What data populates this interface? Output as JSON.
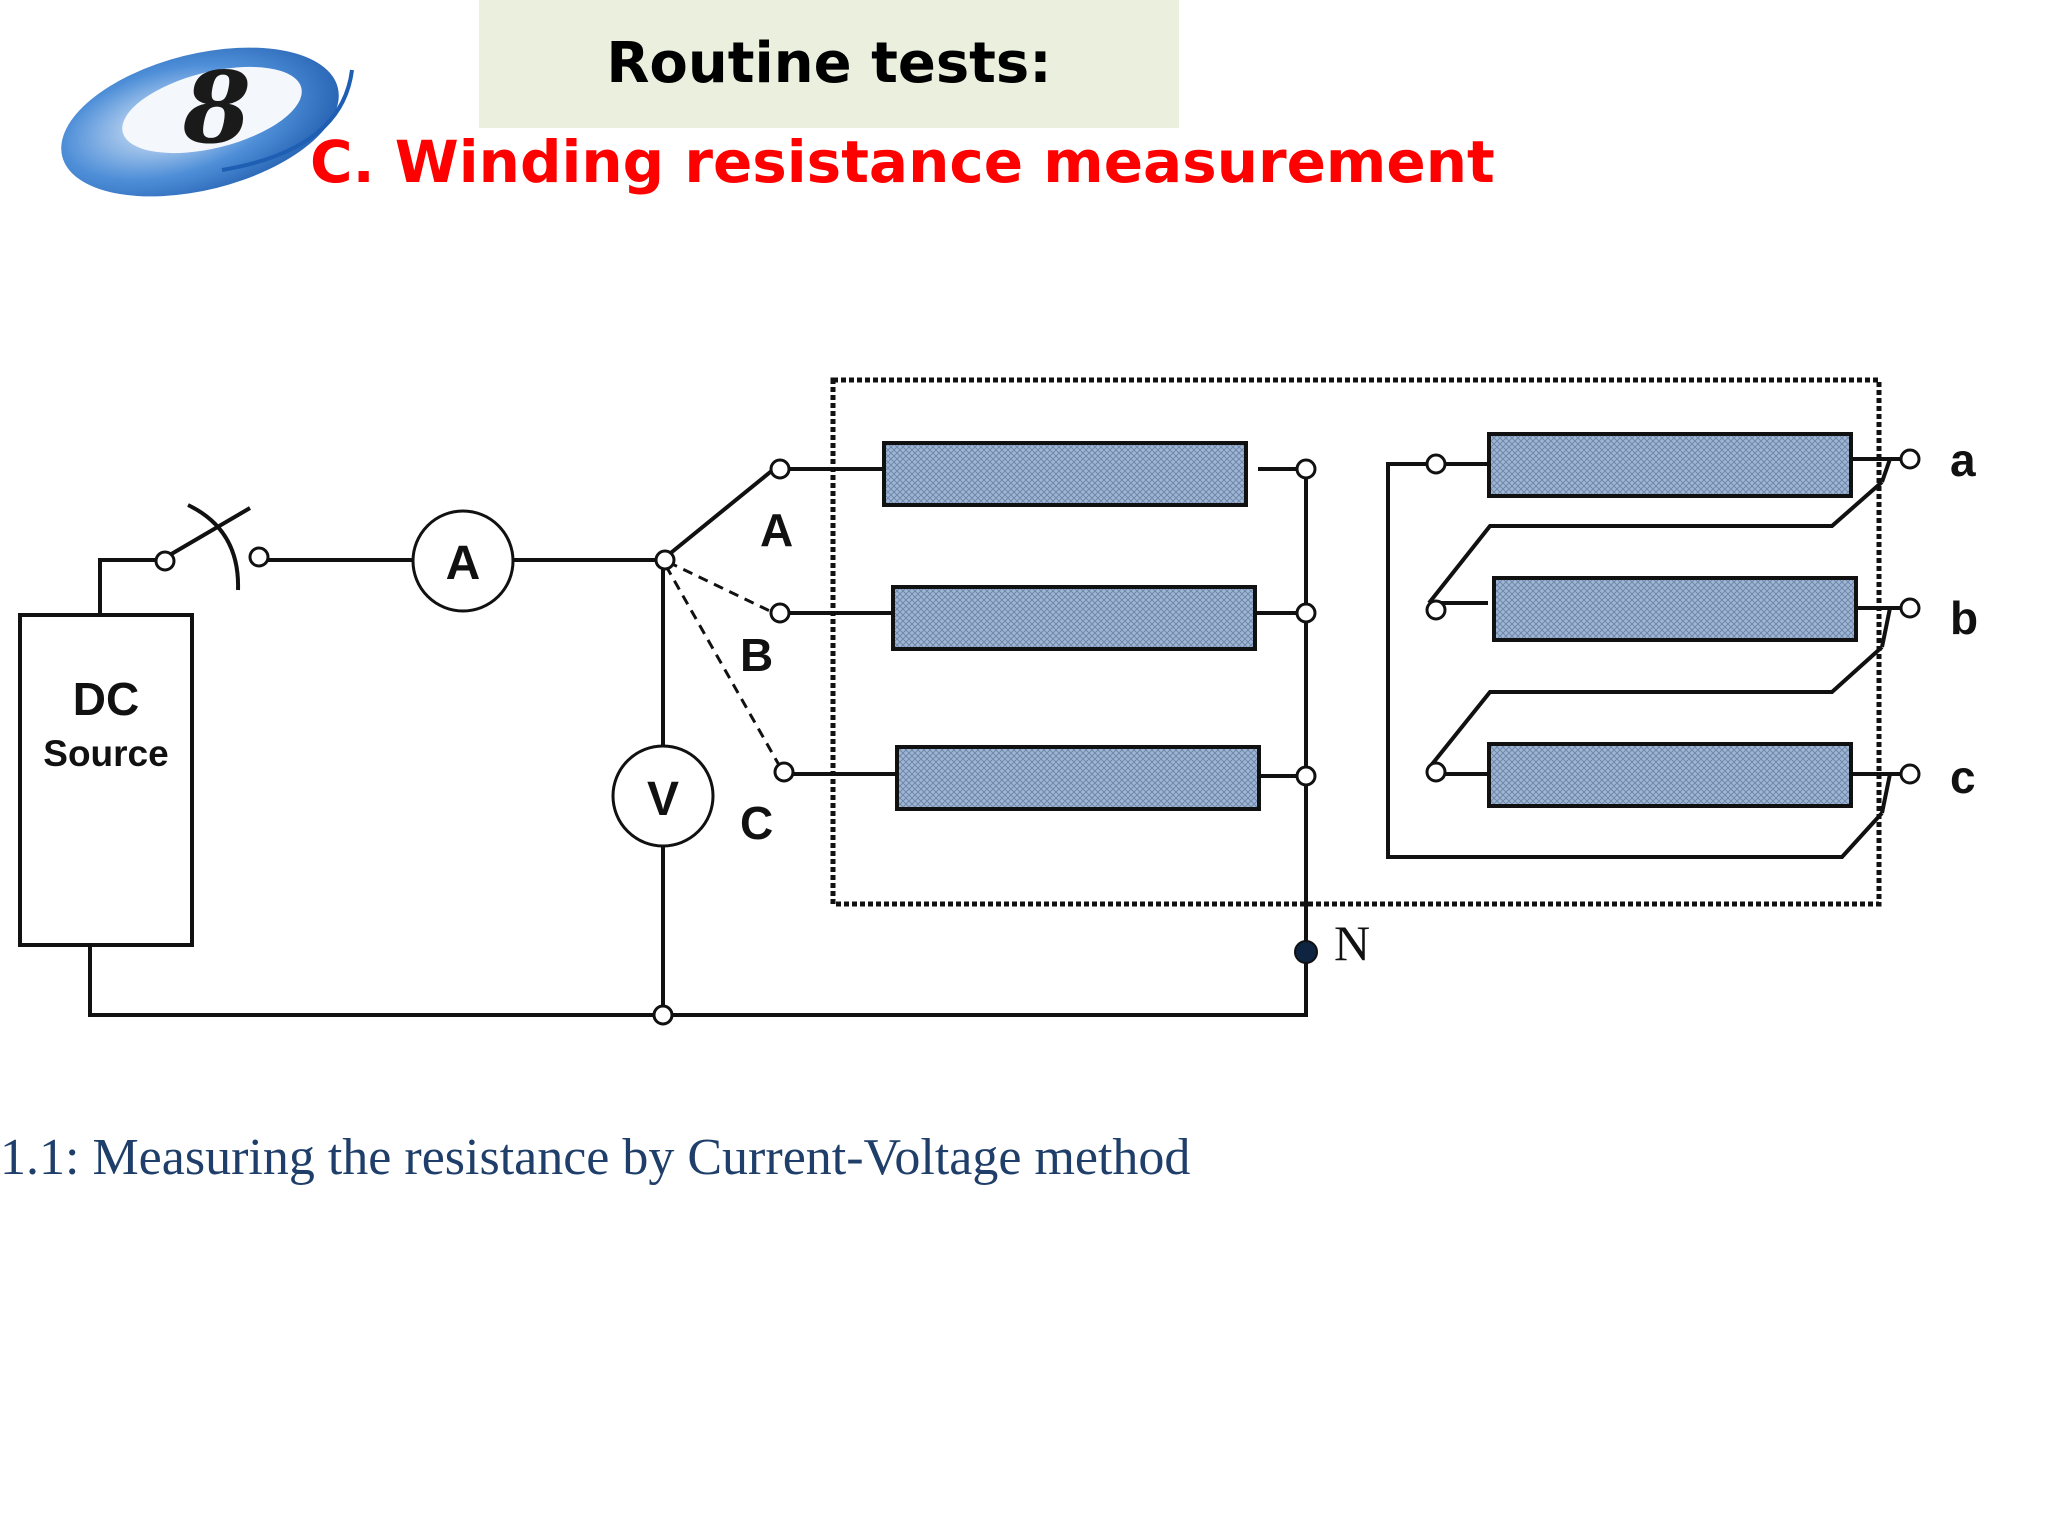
{
  "slide": {
    "title": "Routine tests:",
    "subtitle": "C. Winding resistance measurement",
    "caption": "1.1:  Measuring the resistance by Current-Voltage method"
  },
  "logo": {
    "glyph": "8"
  },
  "diagram": {
    "source_line1": "DC",
    "source_line2": "Source",
    "ammeter": "A",
    "voltmeter": "V",
    "hv_terminals": [
      "A",
      "B",
      "C"
    ],
    "lv_terminals": [
      "a",
      "b",
      "c"
    ],
    "neutral": "N"
  },
  "colors": {
    "title_bg": "#ebf0de",
    "subtitle": "#ff0000",
    "caption": "#1f3f6a",
    "winding_fill": "#8fa8c8",
    "logo_blue": "#1e5fb4"
  }
}
